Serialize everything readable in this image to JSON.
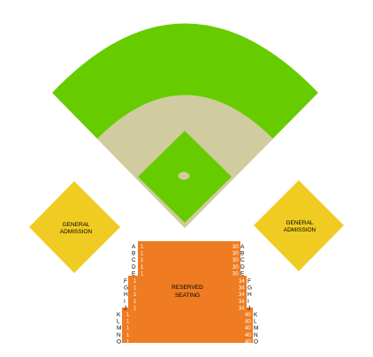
{
  "colors": {
    "grass": "#66cc00",
    "dirt": "#d0cc9f",
    "general_admission": "#f0cc22",
    "reserved": "#ef7c22",
    "seat_number_text": "#ffffff",
    "label_text": "#000000",
    "background": "#ffffff"
  },
  "field": {
    "outfield_label": "",
    "mound_label": ""
  },
  "general_admission_left": {
    "line1": "GENERAL",
    "line2": "ADMISSION"
  },
  "general_admission_right": {
    "line1": "GENERAL",
    "line2": "ADMISSION"
  },
  "reserved": {
    "line1": "RESERVED",
    "line2": "SEATING",
    "sections": [
      {
        "rows": [
          "A",
          "B",
          "C",
          "D",
          "E"
        ],
        "first_seat": "1",
        "last_seat": "30"
      },
      {
        "rows": [
          "F",
          "G",
          "H",
          "I",
          "J"
        ],
        "first_seat": "1",
        "last_seat": "34"
      },
      {
        "rows": [
          "K",
          "L",
          "M",
          "N",
          "O"
        ],
        "first_seat": "1",
        "last_seat": "40"
      }
    ]
  }
}
